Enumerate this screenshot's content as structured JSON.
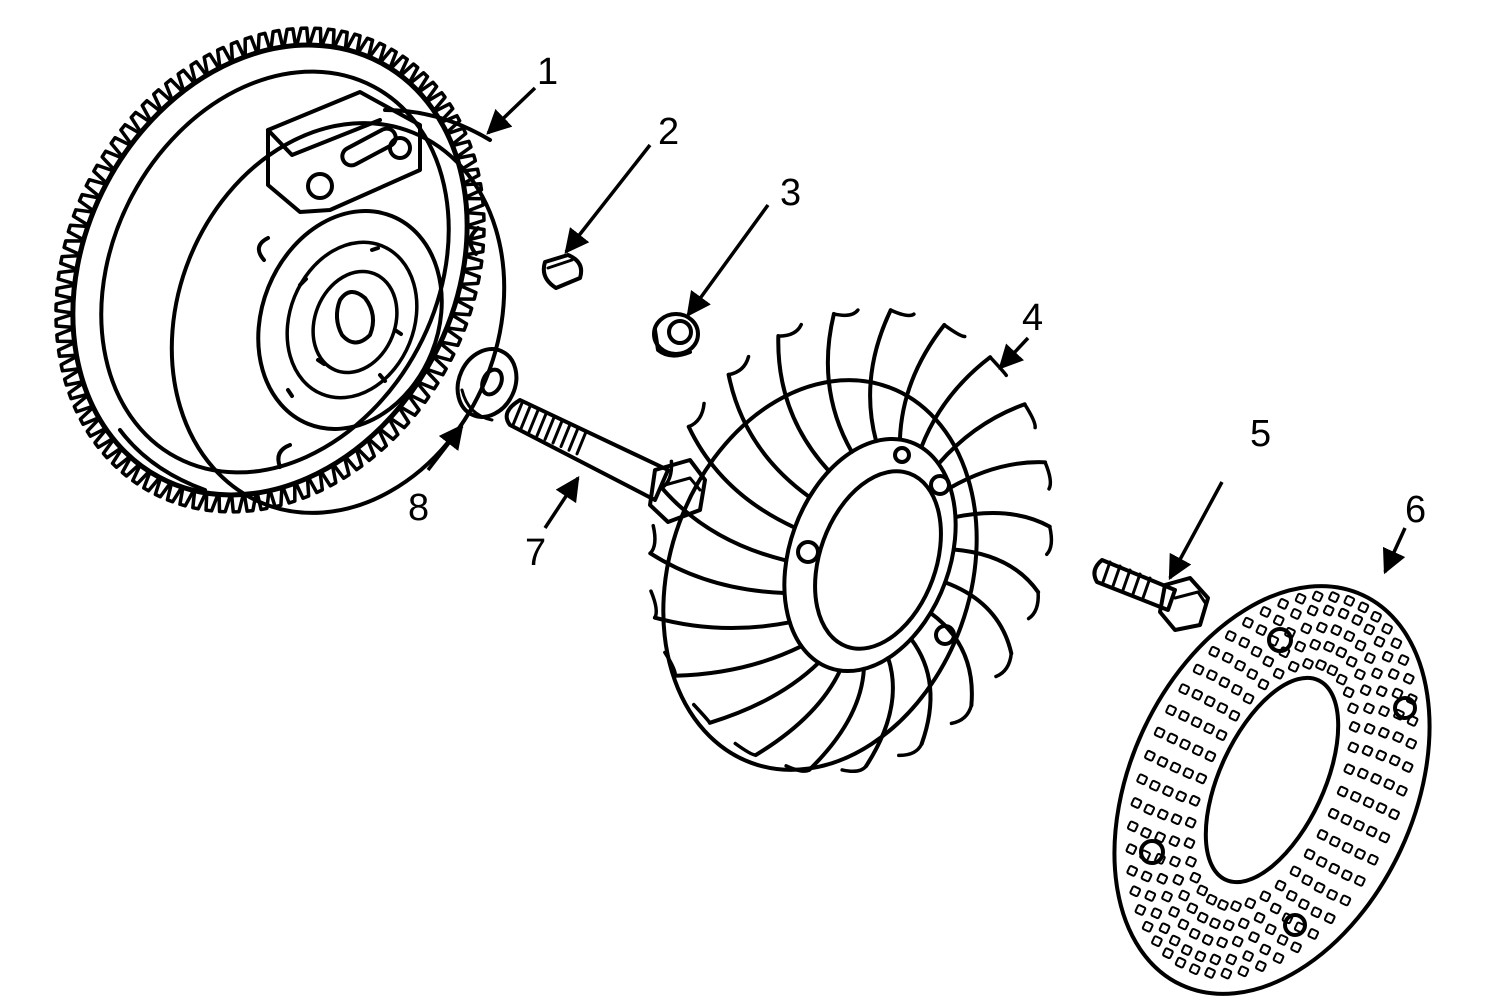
{
  "diagram": {
    "ink_color": "#000000",
    "background_color": "#ffffff",
    "callouts": [
      {
        "number": "1",
        "part": "flywheel"
      },
      {
        "number": "2",
        "part": "key"
      },
      {
        "number": "3",
        "part": "nut"
      },
      {
        "number": "4",
        "part": "fan"
      },
      {
        "number": "5",
        "part": "screw"
      },
      {
        "number": "6",
        "part": "screen"
      },
      {
        "number": "7",
        "part": "bolt"
      },
      {
        "number": "8",
        "part": "washer"
      }
    ]
  }
}
